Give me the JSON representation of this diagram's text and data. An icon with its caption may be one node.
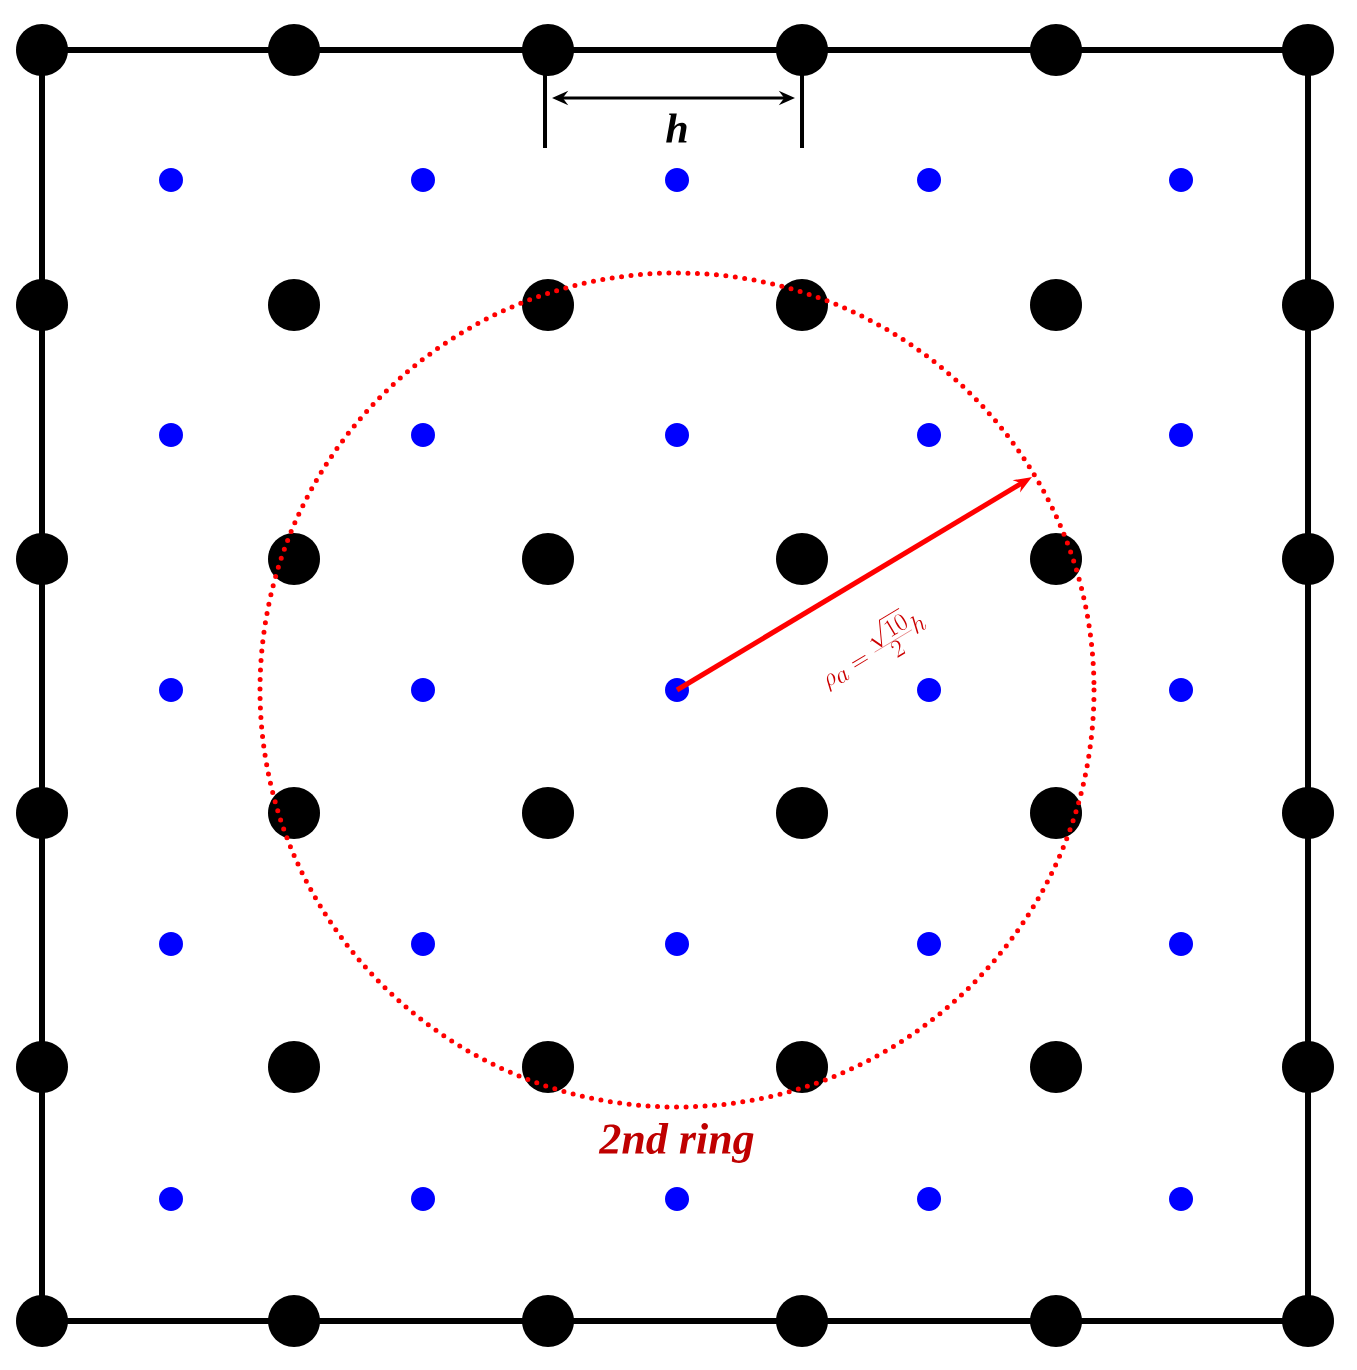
{
  "diagram": {
    "labels": [
      "h",
      "\\rho_a = \\frac{\\sqrt{10}}{2}h",
      "2nd ring"
    ]
  }
}
